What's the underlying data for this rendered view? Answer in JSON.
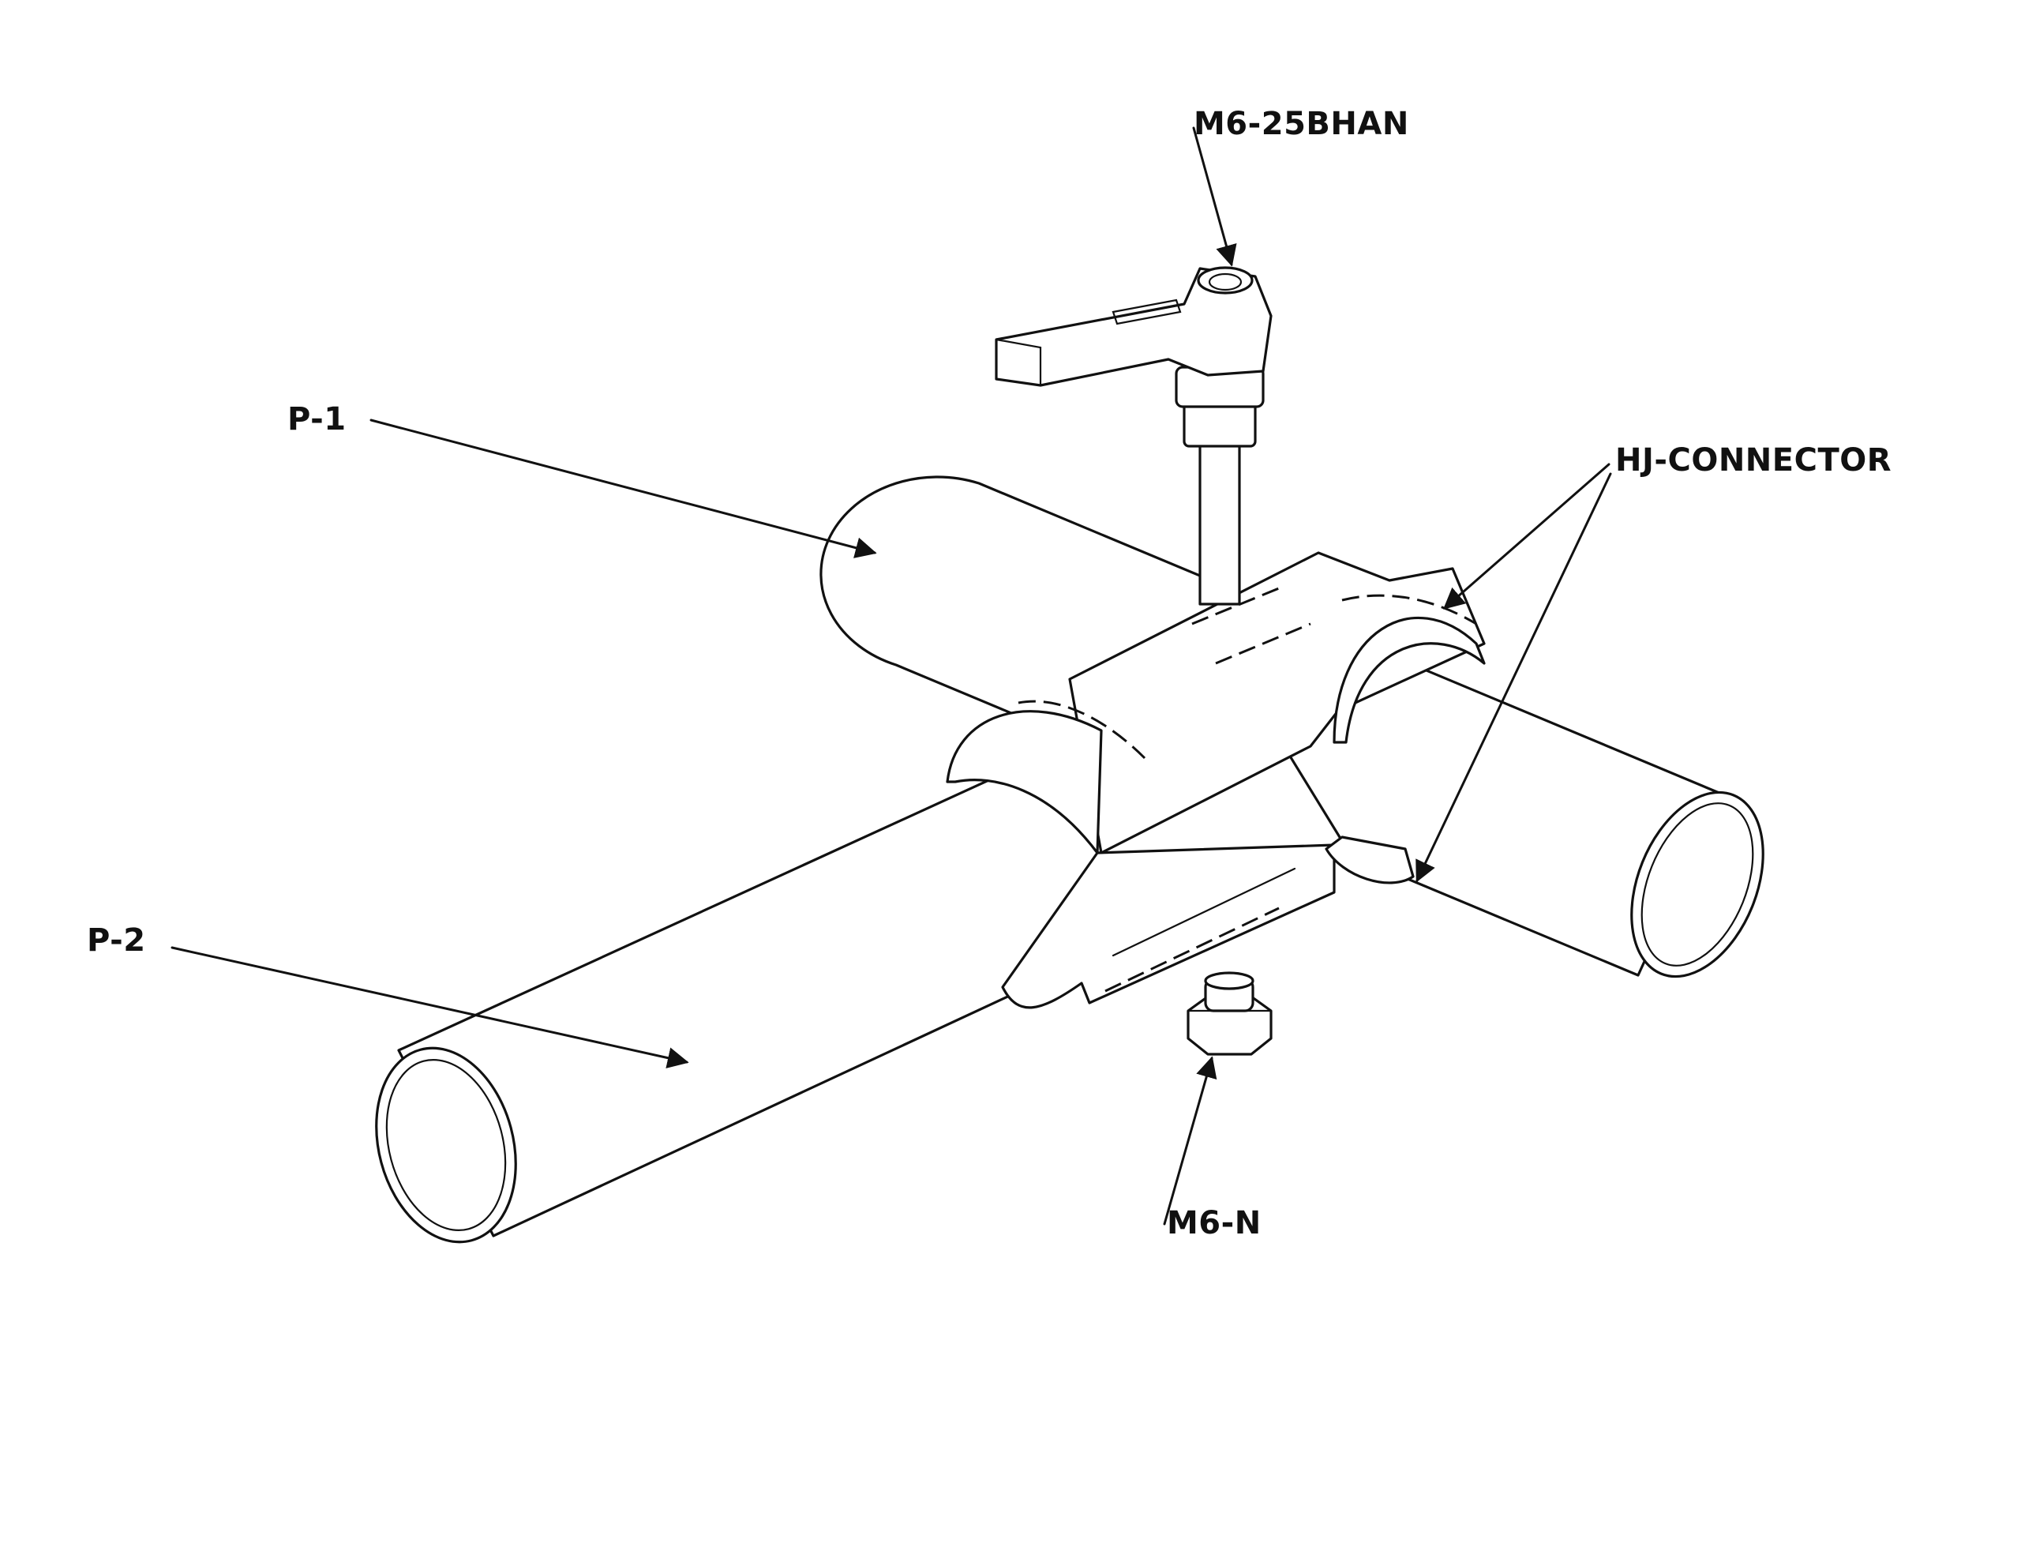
{
  "labels": {
    "handle": "M6-25BHAN",
    "pipe1": "P-1",
    "connector": "HJ-CONNECTOR",
    "pipe2": "P-2",
    "nut": "M6-N"
  }
}
